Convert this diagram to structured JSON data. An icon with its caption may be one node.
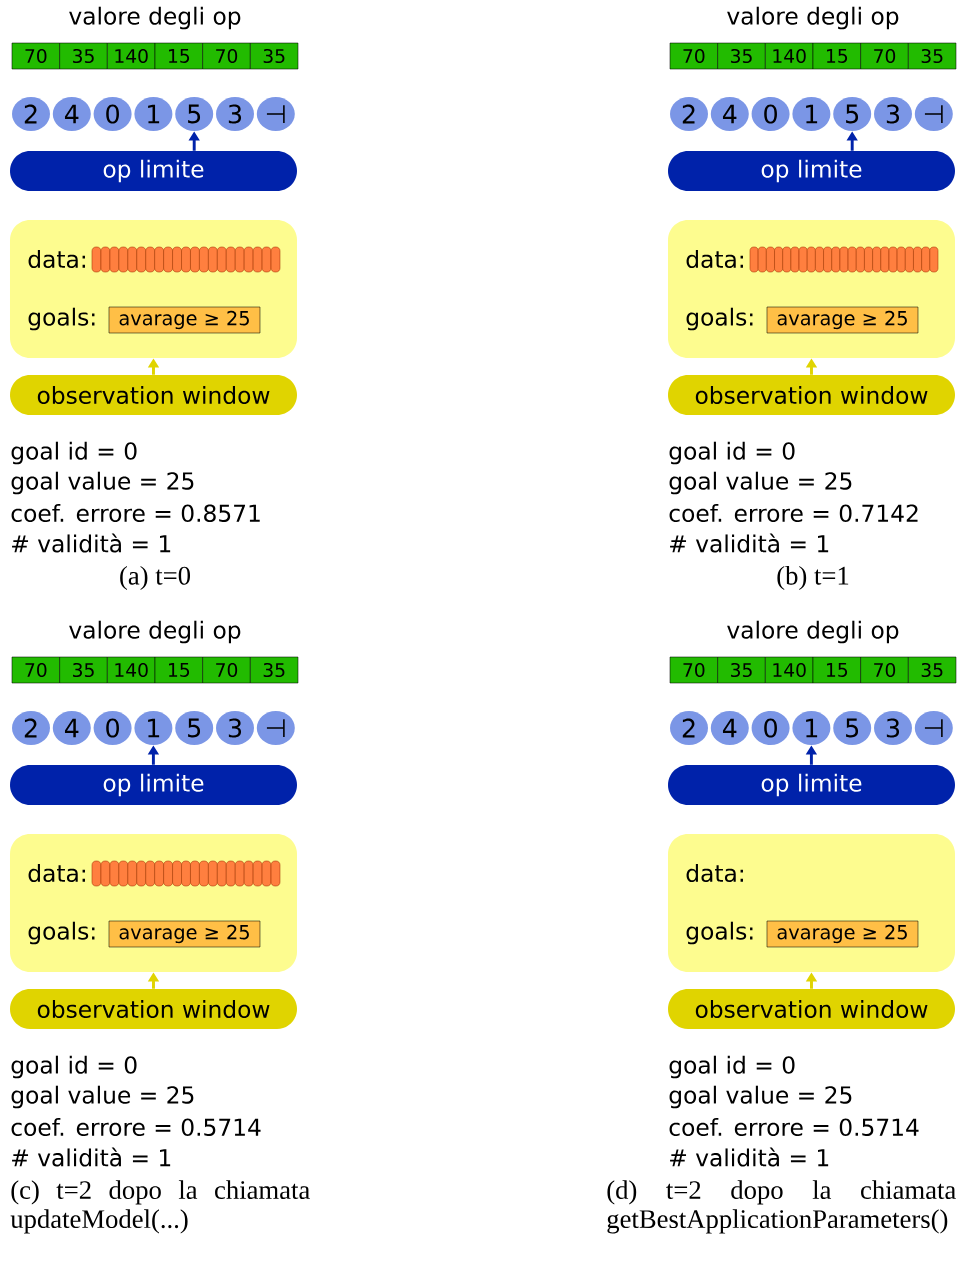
{
  "diagram": {
    "nodes": [
      {
        "text": [
          "70"
        ]
      },
      {
        "text": [
          "35"
        ]
      },
      {
        "text": [
          "140"
        ]
      },
      {
        "text": [
          "15"
        ]
      },
      {
        "text": [
          "70"
        ]
      },
      {
        "text": [
          "35"
        ]
      },
      {
        "text": [
          "2"
        ]
      },
      {
        "text": [
          "4"
        ]
      },
      {
        "text": [
          "0"
        ]
      },
      {
        "text": [
          "1"
        ]
      },
      {
        "text": [
          "5"
        ]
      },
      {
        "text": [
          "3"
        ]
      },
      {
        "text": [
          "⊣"
        ]
      },
      {
        "text": [
          "op limite"
        ]
      },
      {
        "text": [
          "data:",
          "goals:"
        ]
      },
      {
        "text": [
          "avarage ≥ 25"
        ],
        "in": 14
      },
      {
        "text": [
          "observation window"
        ]
      },
      {
        "text": [
          "70"
        ]
      },
      {
        "text": [
          "35"
        ]
      },
      {
        "text": [
          "140"
        ]
      },
      {
        "text": [
          "15"
        ]
      },
      {
        "text": [
          "70"
        ]
      },
      {
        "text": [
          "35"
        ]
      },
      {
        "text": [
          "2"
        ]
      },
      {
        "text": [
          "4"
        ]
      },
      {
        "text": [
          "0"
        ]
      },
      {
        "text": [
          "1"
        ]
      },
      {
        "text": [
          "5"
        ]
      },
      {
        "text": [
          "3"
        ]
      },
      {
        "text": [
          "⊣"
        ]
      },
      {
        "text": [
          "op limite"
        ]
      },
      {
        "text": [
          "data:",
          "goals:"
        ]
      },
      {
        "text": [
          "avarage ≥ 25"
        ],
        "in": 31
      },
      {
        "text": [
          "observation window"
        ]
      },
      {
        "text": [
          "70"
        ]
      },
      {
        "text": [
          "35"
        ]
      },
      {
        "text": [
          "140"
        ]
      },
      {
        "text": [
          "15"
        ]
      },
      {
        "text": [
          "70"
        ]
      },
      {
        "text": [
          "35"
        ]
      },
      {
        "text": [
          "2"
        ]
      },
      {
        "text": [
          "4"
        ]
      },
      {
        "text": [
          "0"
        ]
      },
      {
        "text": [
          "1"
        ]
      },
      {
        "text": [
          "5"
        ]
      },
      {
        "text": [
          "3"
        ]
      },
      {
        "text": [
          "⊣"
        ]
      },
      {
        "text": [
          "op limite"
        ]
      },
      {
        "text": [
          "data:",
          "goals:"
        ]
      },
      {
        "text": [
          "avarage ≥ 25"
        ],
        "in": 48
      },
      {
        "text": [
          "observation window"
        ]
      },
      {
        "text": [
          "70"
        ]
      },
      {
        "text": [
          "35"
        ]
      },
      {
        "text": [
          "140"
        ]
      },
      {
        "text": [
          "15"
        ]
      },
      {
        "text": [
          "70"
        ]
      },
      {
        "text": [
          "35"
        ]
      },
      {
        "text": [
          "2"
        ]
      },
      {
        "text": [
          "4"
        ]
      },
      {
        "text": [
          "0"
        ]
      },
      {
        "text": [
          "1"
        ]
      },
      {
        "text": [
          "5"
        ]
      },
      {
        "text": [
          "3"
        ]
      },
      {
        "text": [
          "⊣"
        ]
      },
      {
        "text": [
          "op limite"
        ]
      },
      {
        "text": [
          "data:",
          "goals:"
        ]
      },
      {
        "text": [
          "avarage ≥ 25"
        ],
        "in": 65
      },
      {
        "text": [
          "observation window"
        ]
      }
    ],
    "edges": [
      {
        "from": 13,
        "to": 10,
        "arrow": "to",
        "color": "#0022aa"
      },
      {
        "from": 16,
        "to": 14,
        "arrow": "to",
        "color": "#e0d400"
      },
      {
        "from": 30,
        "to": 27,
        "arrow": "to",
        "color": "#0022aa"
      },
      {
        "from": 33,
        "to": 31,
        "arrow": "to",
        "color": "#e0d400"
      },
      {
        "from": 47,
        "to": 43,
        "arrow": "to",
        "color": "#0022aa"
      },
      {
        "from": 50,
        "to": 48,
        "arrow": "to",
        "color": "#e0d400"
      },
      {
        "from": 64,
        "to": 60,
        "arrow": "to",
        "color": "#0022aa"
      },
      {
        "from": 67,
        "to": 65,
        "arrow": "to",
        "color": "#e0d400"
      }
    ],
    "labels": [
      "valore degli op",
      "goal id = 0",
      "goal value = 25",
      "coef. errore = 0.8571",
      "# validità = 1",
      "(a) t=0",
      "valore degli op",
      "goal id = 0",
      "goal value = 25",
      "coef. errore = 0.7142",
      "# validità = 1",
      "(b) t=1",
      "valore degli op",
      "goal id = 0",
      "goal value = 25",
      "coef. errore = 0.5714",
      "# validità = 1",
      "(c) t=2 dopo la chiamata updateModel(...)",
      "valore degli op",
      "goal id = 0",
      "goal value = 25",
      "coef. errore = 0.5714",
      "# validità = 1",
      "(d) t=2 dopo la chiamata getBestApplicationParameters()"
    ]
  }
}
